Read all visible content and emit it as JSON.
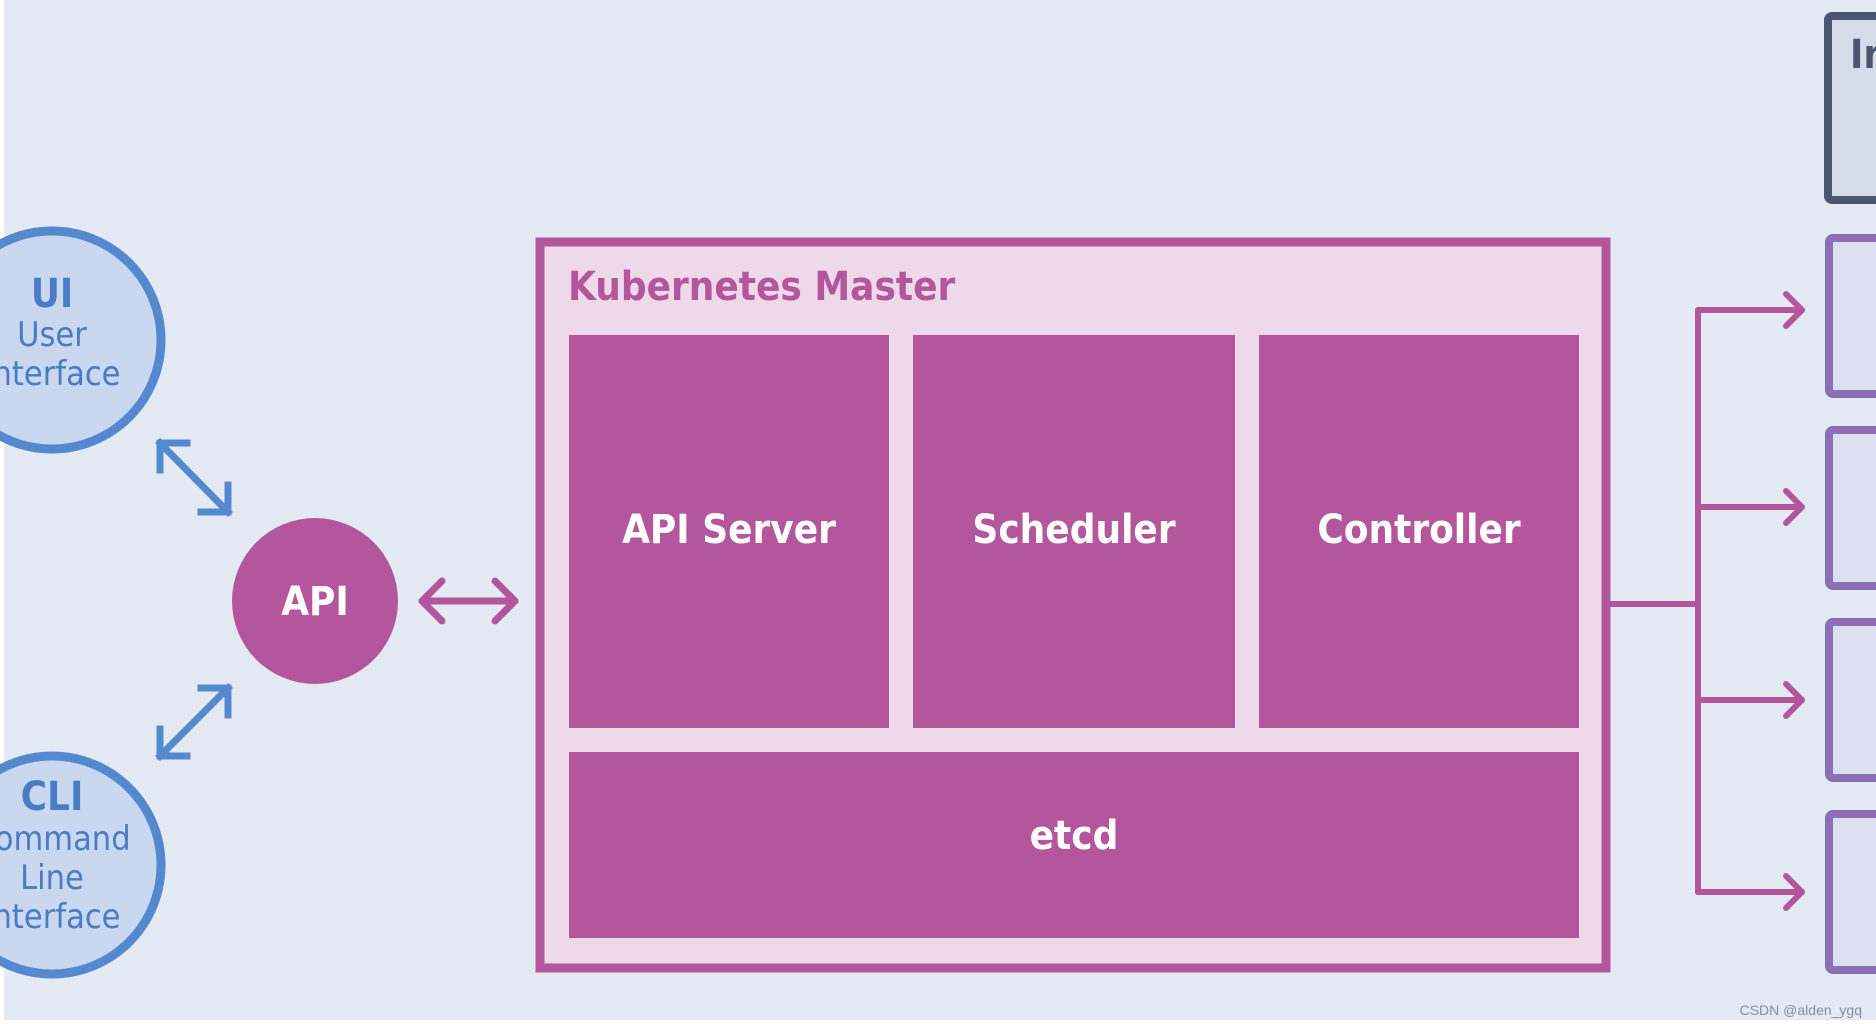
{
  "diagram": {
    "master_title": "Kubernetes Master",
    "components": {
      "api_server": "API Server",
      "scheduler": "Scheduler",
      "controller": "Controller",
      "etcd": "etcd"
    },
    "api_node": "API",
    "ui_node": {
      "abbr": "UI",
      "line1": "User",
      "line2": "Interface"
    },
    "cli_node": {
      "abbr": "CLI",
      "line1": "Command",
      "line2": "Line",
      "line3": "Interface"
    },
    "right_node_partial": "In"
  },
  "watermark": "CSDN @alden_ygq",
  "colors": {
    "background": "#e3eaf4",
    "master_border": "#b3569b",
    "master_fill": "#edd9ea",
    "component_fill": "#b3569b",
    "client_border": "#5589cf",
    "client_fill": "#c9d7ef",
    "client_text": "#4a7cc6",
    "node_border": "#8d6fb6",
    "node_fill": "#dedff0",
    "top_node_border": "#4a5670",
    "top_node_fill": "#d3dce8"
  }
}
